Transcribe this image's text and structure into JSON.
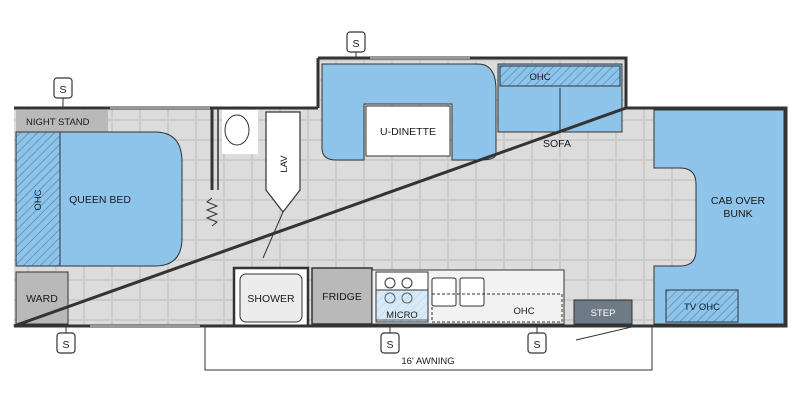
{
  "labels": {
    "night_stand": "NIGHT STAND",
    "ohc_bed": "OHC",
    "queen_bed": "QUEEN BED",
    "ward": "WARD",
    "lav": "LAV",
    "shower": "SHOWER",
    "fridge": "FRIDGE",
    "micro": "MICRO",
    "ohc_kitchen": "OHC",
    "u_dinette": "U-DINETTE",
    "ohc_sofa": "OHC",
    "sofa": "SOFA",
    "cab_over_bunk_line1": "CAB OVER",
    "cab_over_bunk_line2": "BUNK",
    "tv_ohc": "TV OHC",
    "step": "STEP",
    "awning": "16' AWNING"
  },
  "slideout_markers": [
    "S",
    "S",
    "S",
    "S",
    "S"
  ],
  "colors": {
    "wall": "#333333",
    "floor": "#dcdcdc",
    "tile_line": "#c8c8c8",
    "blue": "#8ec3ea",
    "blue_light": "#c9e3f6",
    "gray_cabinet": "#b9b9b9",
    "gray_dark": "#6e7b86",
    "counter": "#f2f2f2"
  }
}
